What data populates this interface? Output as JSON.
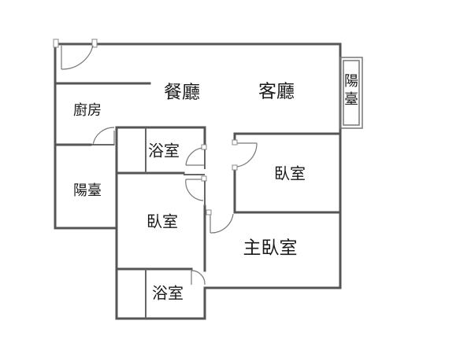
{
  "rooms": {
    "dining": "餐廳",
    "living": "客廳",
    "kitchen": "廚房",
    "balcony_left": "陽臺",
    "balcony_right": "陽臺",
    "bath_upper": "浴室",
    "bath_lower": "浴室",
    "bedroom_center": "臥室",
    "bedroom_right": "臥室",
    "master_bedroom": "主臥室"
  },
  "colors": {
    "wall": "#555555",
    "background": "#ffffff",
    "text": "#1a1a1a"
  }
}
